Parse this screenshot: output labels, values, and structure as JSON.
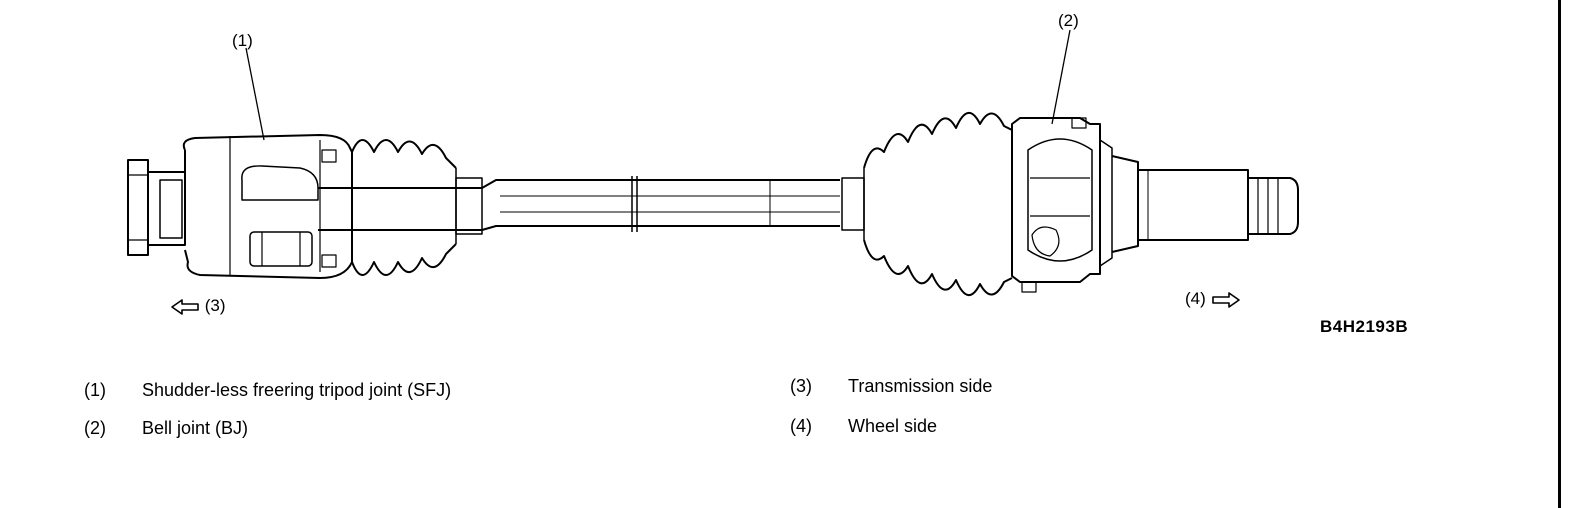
{
  "callouts": {
    "c1": "(1)",
    "c2": "(2)",
    "c3": "(3)",
    "c4": "(4)"
  },
  "figure_code": "B4H2193B",
  "legend": [
    {
      "num": "(1)",
      "text": "Shudder-less freering tripod joint (SFJ)"
    },
    {
      "num": "(2)",
      "text": "Bell joint (BJ)"
    },
    {
      "num": "(3)",
      "text": "Transmission side"
    },
    {
      "num": "(4)",
      "text": "Wheel side"
    }
  ],
  "icons": {
    "left_arrow": "hollow-arrow-left-icon",
    "right_arrow": "hollow-arrow-right-icon"
  },
  "colors": {
    "ink": "#000000",
    "background": "#ffffff"
  }
}
